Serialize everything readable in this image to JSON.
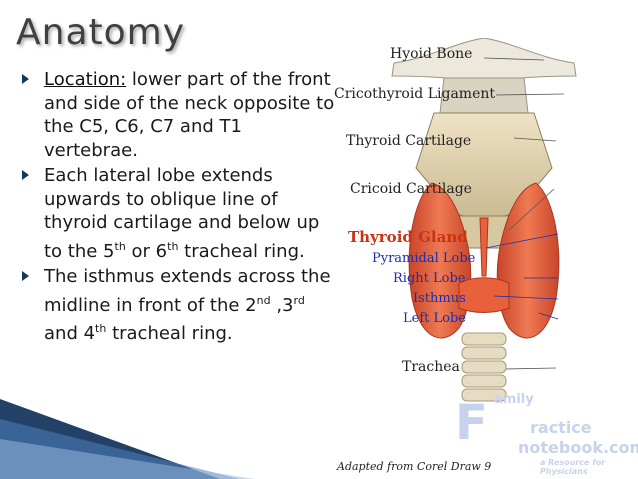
{
  "title": "Anatomy",
  "bullets": [
    {
      "label": "Location:",
      "text": " lower part of the front and side of the neck opposite to the C5, C6, C7 and T1 vertebrae."
    },
    {
      "parts": {
        "a": "Each lateral lobe extends upwards to oblique line of thyroid cartilage and below up to the 5",
        "sup1": "th",
        "b": " or 6",
        "sup2": "th",
        "c": " tracheal ring."
      }
    },
    {
      "parts": {
        "a": "The isthmus extends across the midline in front of the 2",
        "sup1": "nd",
        "b": " ,3",
        "sup2": "rd",
        "c": " and 4",
        "sup3": "th",
        "d": " tracheal ring."
      }
    }
  ],
  "figure": {
    "labels": {
      "hyoid": "Hyoid Bone",
      "cricothyroid": "Cricothyroid Ligament",
      "thyroid_cartilage": "Thyroid Cartilage",
      "cricoid": "Cricoid Cartilage",
      "gland": "Thyroid Gland",
      "pyramidal": "Pyramidal Lobe",
      "right_lobe": "Right Lobe",
      "isthmus": "Isthmus",
      "left_lobe": "Left Lobe",
      "trachea": "Trachea"
    },
    "credit": "Adapted from Corel Draw 9",
    "watermark": {
      "line1": "amily",
      "line2": "ractice",
      "line3": "notebook.com",
      "tagline": "a Resource for Physicians"
    }
  },
  "colors": {
    "title": "#404040",
    "bullet_arrow": "#17375e",
    "gland_label": "#cc3311",
    "lobe_label": "#1a2fb0",
    "gland_fill": "#e8613a",
    "cartilage_fill": "#e0d2b0"
  }
}
